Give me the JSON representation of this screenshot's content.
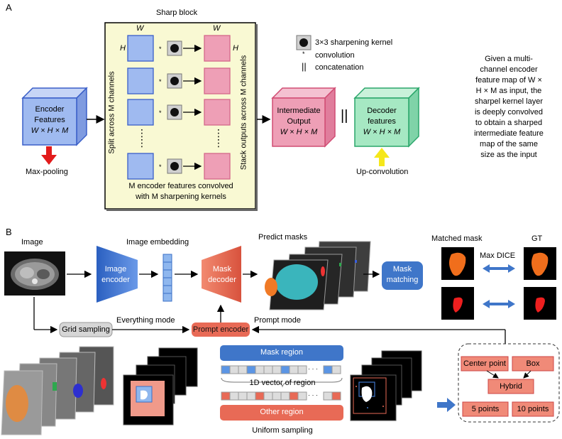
{
  "panelA": {
    "label": "A",
    "sharp_block_title": "Sharp block",
    "w_top": "W",
    "w_top_right": "W",
    "h_left": "H",
    "h_right": "H",
    "split_label": "Split across M channels",
    "stack_label": "Stack outputs across M channels",
    "bottom_line1": "M encoder features convolved",
    "bottom_line2": "with M sharpening kernels",
    "legend": {
      "kernel": "3×3 sharpening kernel",
      "conv_symbol": "*",
      "conv": "convolution",
      "concat_symbol": "||",
      "concat": "concatenation"
    },
    "encoder": {
      "line1": "Encoder",
      "line2": "Features",
      "line3": "W × H × M"
    },
    "maxpool": "Max-pooling",
    "intermediate": {
      "line1": "Intermediate",
      "line2": "Output",
      "line3": "W × H × M"
    },
    "decoder": {
      "line1": "Decoder",
      "line2": "features",
      "line3": "W × H × M"
    },
    "upconv": "Up-convolution",
    "description": [
      "Given a multi-",
      "channel encoder",
      "feature map of W ×",
      "H × M as input, the",
      "sharpel kernel layer",
      "is deeply convolved",
      "to obtain a sharped",
      "intermediate feature",
      "map of the same",
      "size as the input"
    ],
    "concat_mark": "||",
    "dots": "⋮"
  },
  "panelB": {
    "label": "B",
    "image": "Image",
    "image_embedding": "Image embedding",
    "predict_masks": "Predict masks",
    "matched_mask": "Matched mask",
    "gt": "GT",
    "max_dice": "Max DICE",
    "image_encoder": {
      "line1": "Image",
      "line2": "encoder"
    },
    "mask_decoder": {
      "line1": "Mask",
      "line2": "decoder"
    },
    "mask_matching": {
      "line1": "Mask",
      "line2": "matching"
    },
    "grid_sampling": "Grid sampling",
    "everything_mode": "Everything mode",
    "prompt_encoder": "Prompt encoder",
    "prompt_mode": "Prompt mode",
    "mask_region": "Mask region",
    "vector_label": "1D vector of region",
    "other_region": "Other region",
    "uniform_sampling": "Uniform sampling",
    "ellipsis": "· · ·",
    "prompts": {
      "center": "Center point",
      "box": "Box",
      "hybrid": "Hybrid",
      "five": "5 points",
      "ten": "10 points"
    }
  },
  "colors": {
    "blue_box": "#9fbaf0",
    "pink_box": "#ee9fb6",
    "yellow_panel": "#f9f9d3",
    "green_box": "#a6e8c3",
    "salmon": "#e86a56",
    "blue_btn": "#3f76c9",
    "orange_mask": "#f06e1c",
    "red_mask": "#ee1f1f"
  }
}
